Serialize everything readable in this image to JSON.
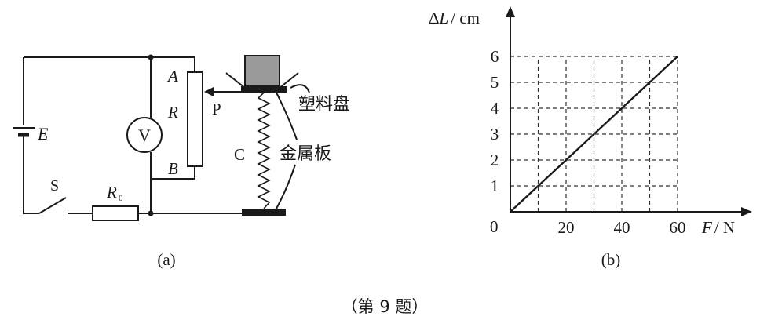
{
  "circuit": {
    "label_E": "E",
    "label_S": "S",
    "label_R0_main": "R",
    "label_R0_sub": "0",
    "label_A": "A",
    "label_R": "R",
    "label_B": "B",
    "label_V": "V",
    "label_P": "P",
    "label_C": "C",
    "label_tray": "塑料盘",
    "label_plate": "金属板",
    "caption": "(a)"
  },
  "graph": {
    "caption": "(b)",
    "origin_label": "0",
    "y_axis_label_delta": "Δ",
    "y_axis_label_var": "L",
    "y_axis_label_unit": "/ cm",
    "x_axis_label_var": "F",
    "x_axis_label_unit": "/ N"
  },
  "footer": {
    "problem_label": "（第 9 题）"
  },
  "chart_data": {
    "type": "line",
    "xlabel": "F / N",
    "ylabel": "ΔL / cm",
    "x_ticks": [
      20,
      40,
      60
    ],
    "y_ticks": [
      1,
      2,
      3,
      4,
      5,
      6
    ],
    "xlim": [
      0,
      60
    ],
    "ylim": [
      0,
      6
    ],
    "x_grid": [
      10,
      20,
      30,
      40,
      50,
      60
    ],
    "y_grid": [
      1,
      2,
      3,
      4,
      5,
      6
    ],
    "grid": true,
    "series": [
      {
        "x": [
          0,
          60
        ],
        "y": [
          0,
          6
        ]
      }
    ]
  }
}
